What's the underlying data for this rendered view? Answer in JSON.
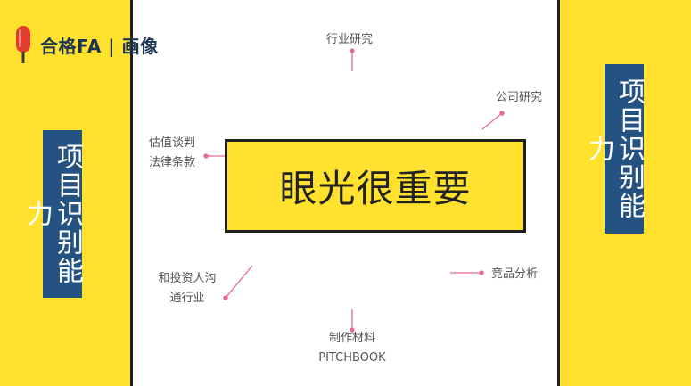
{
  "logo": {
    "text": "合格FA | 画像"
  },
  "side_labels": {
    "left": "项目识别能力",
    "right": "项目识别能力"
  },
  "center": {
    "title": "眼光很重要"
  },
  "topics": {
    "industry_research": "行业研究",
    "company_research": "公司研究",
    "valuation_line1": "估值谈判",
    "valuation_line2": "法律条款",
    "competitor_analysis": "竞品分析",
    "investor_line1": "和投资人沟",
    "investor_line2": "通行业",
    "materials_line1": "制作材料",
    "materials_line2": "PITCHBOOK"
  },
  "colors": {
    "background": "#ffe12e",
    "panel": "#ffffff",
    "side_label_bg": "#245381",
    "connector": "#e86a8a",
    "logo_text": "#1d3550"
  }
}
